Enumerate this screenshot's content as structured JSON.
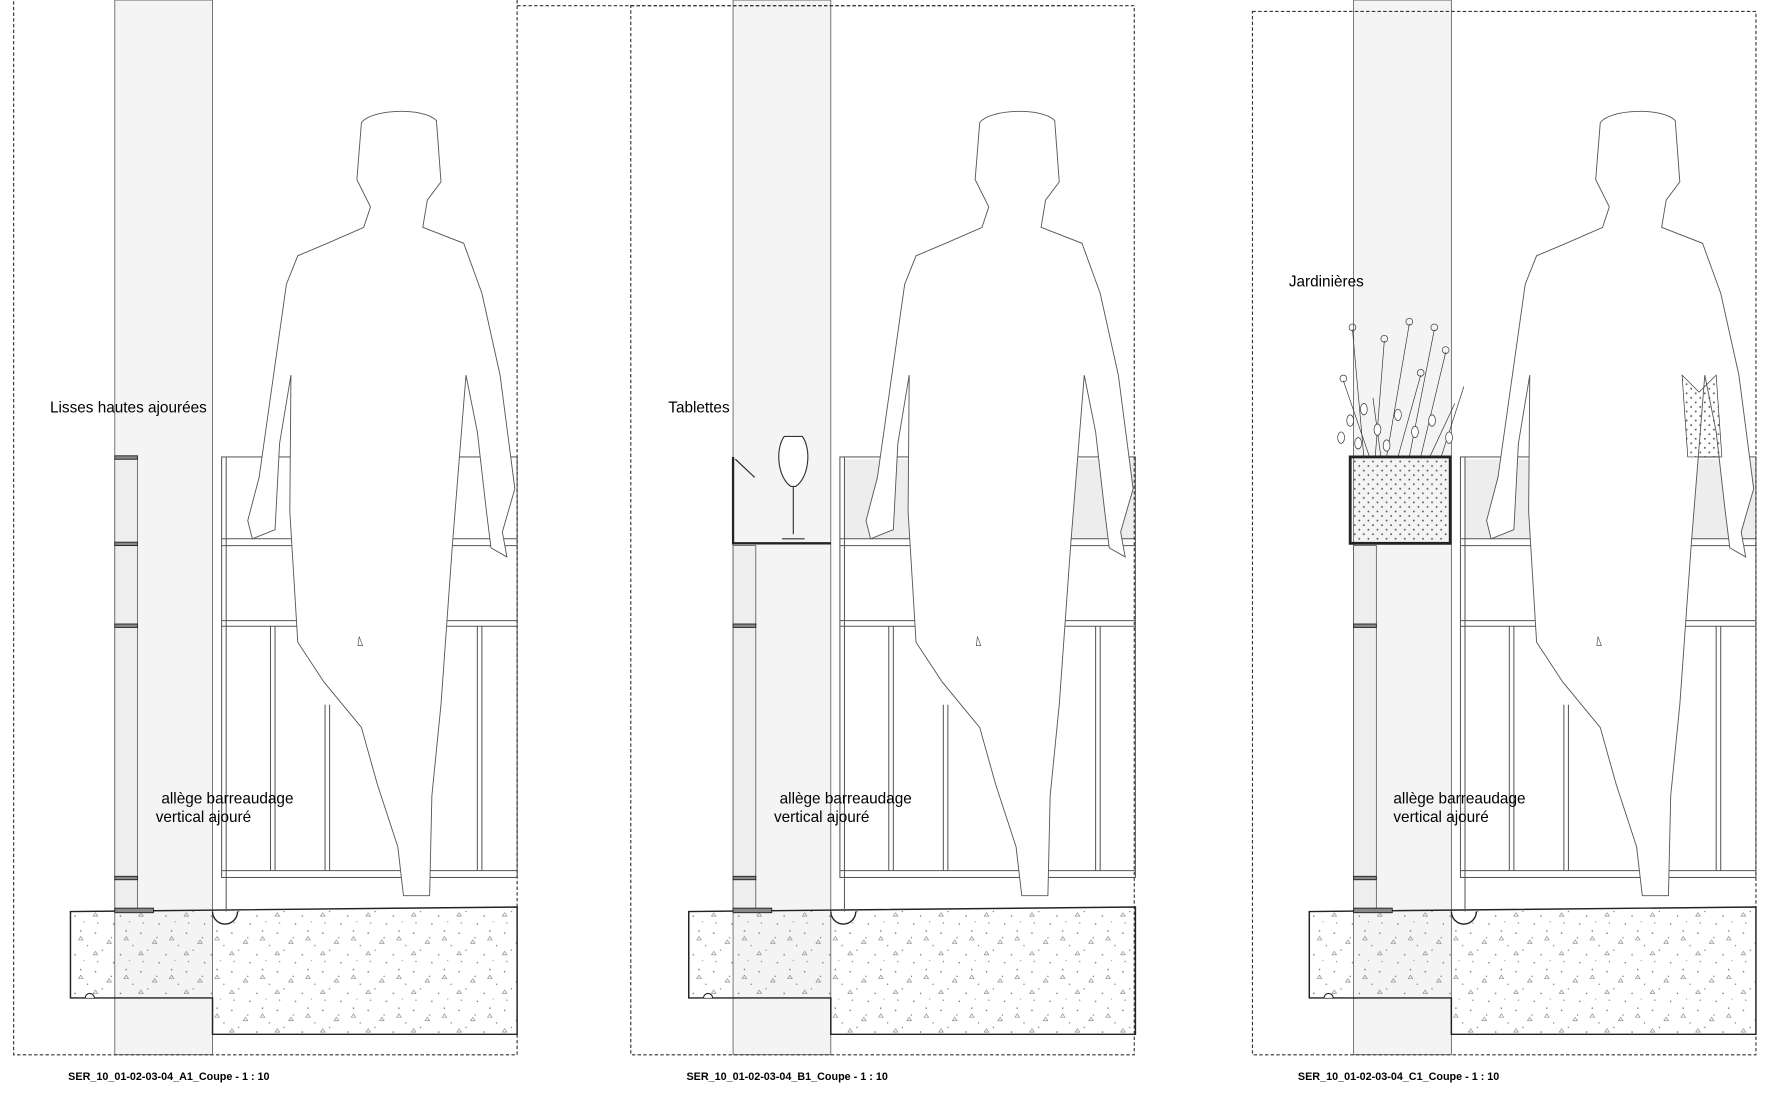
{
  "panels": [
    {
      "id": "A1",
      "label_top": "Lisses hautes ajourées",
      "label_bottom_1": "allège barreaudage",
      "label_bottom_2": "vertical ajouré",
      "caption": "SER_10_01-02-03-04_A1_Coupe - 1 : 10",
      "variant": "lisses"
    },
    {
      "id": "B1",
      "label_top": "Tablettes",
      "label_bottom_1": "allège barreaudage",
      "label_bottom_2": "vertical ajouré",
      "caption": "SER_10_01-02-03-04_B1_Coupe - 1 : 10",
      "variant": "tablette"
    },
    {
      "id": "C1",
      "label_top": "Jardinières",
      "label_bottom_1": "allège barreaudage",
      "label_bottom_2": "vertical ajouré",
      "caption": "SER_10_01-02-03-04_C1_Coupe - 1 : 10",
      "variant": "jardiniere"
    }
  ],
  "colors": {
    "line": "#333333",
    "wall": "#f4f4f4",
    "glass": "#ededed",
    "dark": "#555555"
  }
}
